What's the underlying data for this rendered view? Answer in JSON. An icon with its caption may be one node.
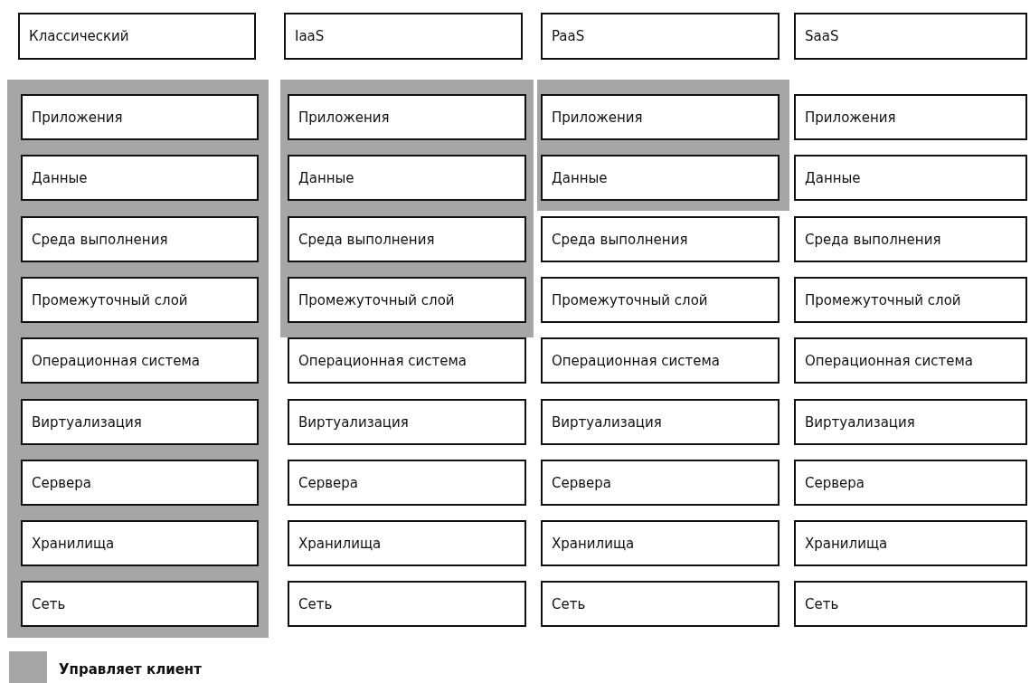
{
  "diagram": {
    "nodes": [
      {
        "text": [
          "Классический"
        ]
      },
      {
        "text": [
          "IaaS"
        ]
      },
      {
        "text": [
          "PaaS"
        ]
      },
      {
        "text": [
          "SaaS"
        ]
      },
      {
        "text": [],
        "shape": "band"
      },
      {
        "text": [
          "Приложения"
        ],
        "in": 4
      },
      {
        "text": [
          "Данные"
        ],
        "in": 4
      },
      {
        "text": [
          "Среда выполнения"
        ],
        "in": 4
      },
      {
        "text": [
          "Промежуточный слой"
        ],
        "in": 4
      },
      {
        "text": [
          "Операционная система"
        ],
        "in": 4
      },
      {
        "text": [
          "Виртуализация"
        ],
        "in": 4
      },
      {
        "text": [
          "Сервера"
        ],
        "in": 4
      },
      {
        "text": [
          "Хранилища"
        ],
        "in": 4
      },
      {
        "text": [
          "Сеть"
        ],
        "in": 4
      },
      {
        "text": [],
        "shape": "band"
      },
      {
        "text": [
          "Приложения"
        ],
        "in": 14
      },
      {
        "text": [
          "Данные"
        ],
        "in": 14
      },
      {
        "text": [
          "Среда выполнения"
        ],
        "in": 14
      },
      {
        "text": [
          "Промежуточный слой"
        ],
        "in": 14
      },
      {
        "text": [
          "Операционная система"
        ]
      },
      {
        "text": [
          "Виртуализация"
        ]
      },
      {
        "text": [
          "Сервера"
        ]
      },
      {
        "text": [
          "Хранилища"
        ]
      },
      {
        "text": [
          "Сеть"
        ]
      },
      {
        "text": [],
        "shape": "band"
      },
      {
        "text": [
          "Приложения"
        ],
        "in": 24
      },
      {
        "text": [
          "Данные"
        ],
        "in": 24
      },
      {
        "text": [
          "Среда выполнения"
        ]
      },
      {
        "text": [
          "Промежуточный слой"
        ]
      },
      {
        "text": [
          "Операционная система"
        ]
      },
      {
        "text": [
          "Виртуализация"
        ]
      },
      {
        "text": [
          "Сервера"
        ]
      },
      {
        "text": [
          "Хранилища"
        ]
      },
      {
        "text": [
          "Сеть"
        ]
      },
      {
        "text": [
          "Приложения"
        ]
      },
      {
        "text": [
          "Данные"
        ]
      },
      {
        "text": [
          "Среда выполнения"
        ]
      },
      {
        "text": [
          "Промежуточный слой"
        ]
      },
      {
        "text": [
          "Операционная система"
        ]
      },
      {
        "text": [
          "Виртуализация"
        ]
      },
      {
        "text": [
          "Сервера"
        ]
      },
      {
        "text": [
          "Хранилища"
        ]
      },
      {
        "text": [
          "Сеть"
        ]
      }
    ],
    "legend": [
      {
        "text": "Управляет клиент",
        "color": "#a6a6a6"
      }
    ]
  }
}
